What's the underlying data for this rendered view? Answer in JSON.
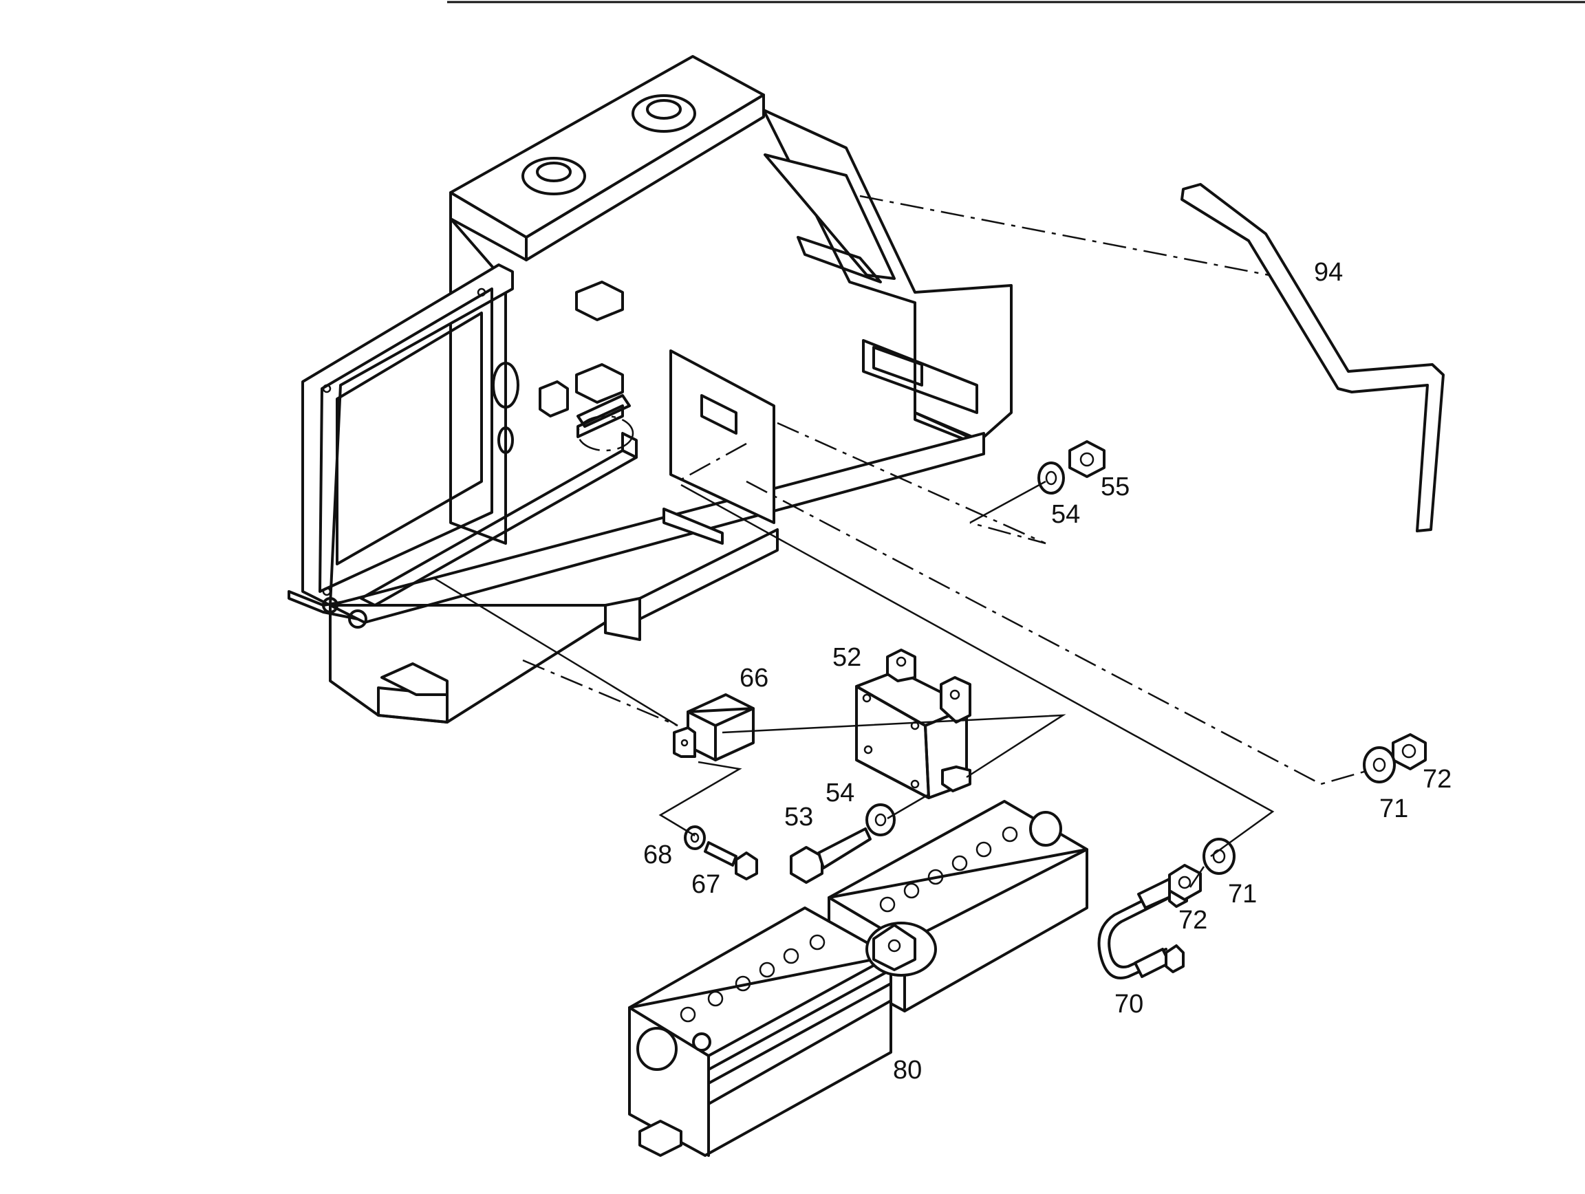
{
  "diagram": {
    "callouts": {
      "p94": "94",
      "p55": "55",
      "p54a": "54",
      "p52": "52",
      "p66": "66",
      "p54b": "54",
      "p53": "53",
      "p68": "68",
      "p67": "67",
      "p72a": "72",
      "p71a": "71",
      "p71b": "71",
      "p72b": "72",
      "p70": "70",
      "p80": "80"
    },
    "icons": {
      "tray": "battery-tray-frame-icon",
      "bar": "holding-bar-icon",
      "switch": "battery-switch-icon",
      "relay": "relay-icon",
      "battery": "twin-battery-icon",
      "ubolt": "u-bolt-icon"
    }
  }
}
